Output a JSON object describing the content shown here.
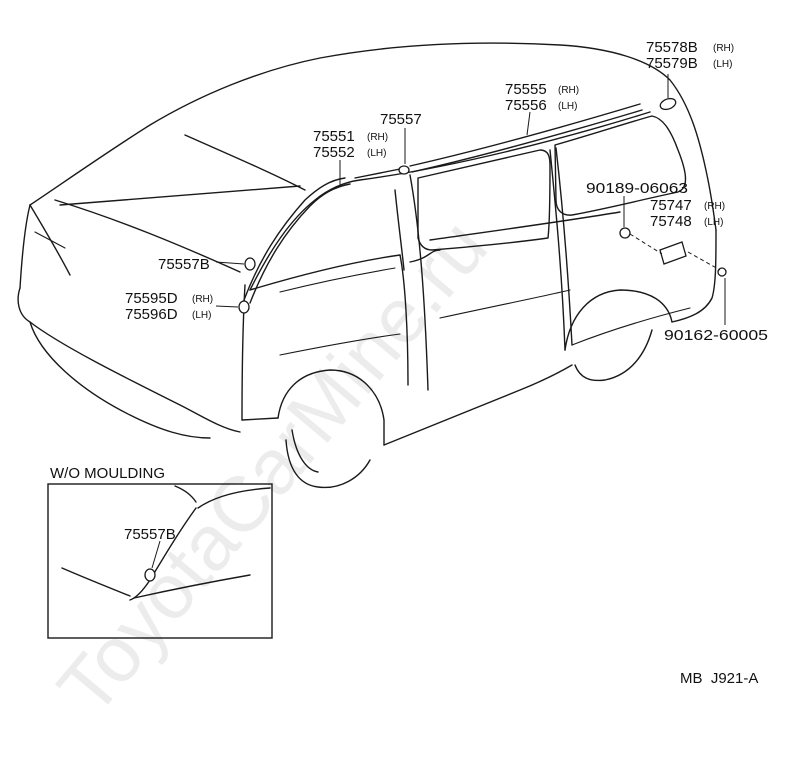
{
  "watermark": "ToyotaCarMine.ru",
  "callouts": {
    "c75578b": {
      "number": "75578B",
      "side": "(RH)"
    },
    "c75579b": {
      "number": "75579B",
      "side": "(LH)"
    },
    "c75555": {
      "number": "75555",
      "side": "(RH)"
    },
    "c75556": {
      "number": "75556",
      "side": "(LH)"
    },
    "c75557": {
      "number": "75557",
      "side": ""
    },
    "c75551": {
      "number": "75551",
      "side": "(RH)"
    },
    "c75552": {
      "number": "75552",
      "side": "(LH)"
    },
    "c90189": {
      "number": "90189-06063",
      "side": ""
    },
    "c75747": {
      "number": "75747",
      "side": "(RH)"
    },
    "c75748": {
      "number": "75748",
      "side": "(LH)"
    },
    "c75557b": {
      "number": "75557B",
      "side": ""
    },
    "c75595d": {
      "number": "75595D",
      "side": "(RH)"
    },
    "c75596d": {
      "number": "75596D",
      "side": "(LH)"
    },
    "c90162": {
      "number": "90162-60005",
      "side": ""
    }
  },
  "inset": {
    "title": "W/O MOULDING",
    "callout": "75557B"
  },
  "figure_code": "MB  J921-A"
}
